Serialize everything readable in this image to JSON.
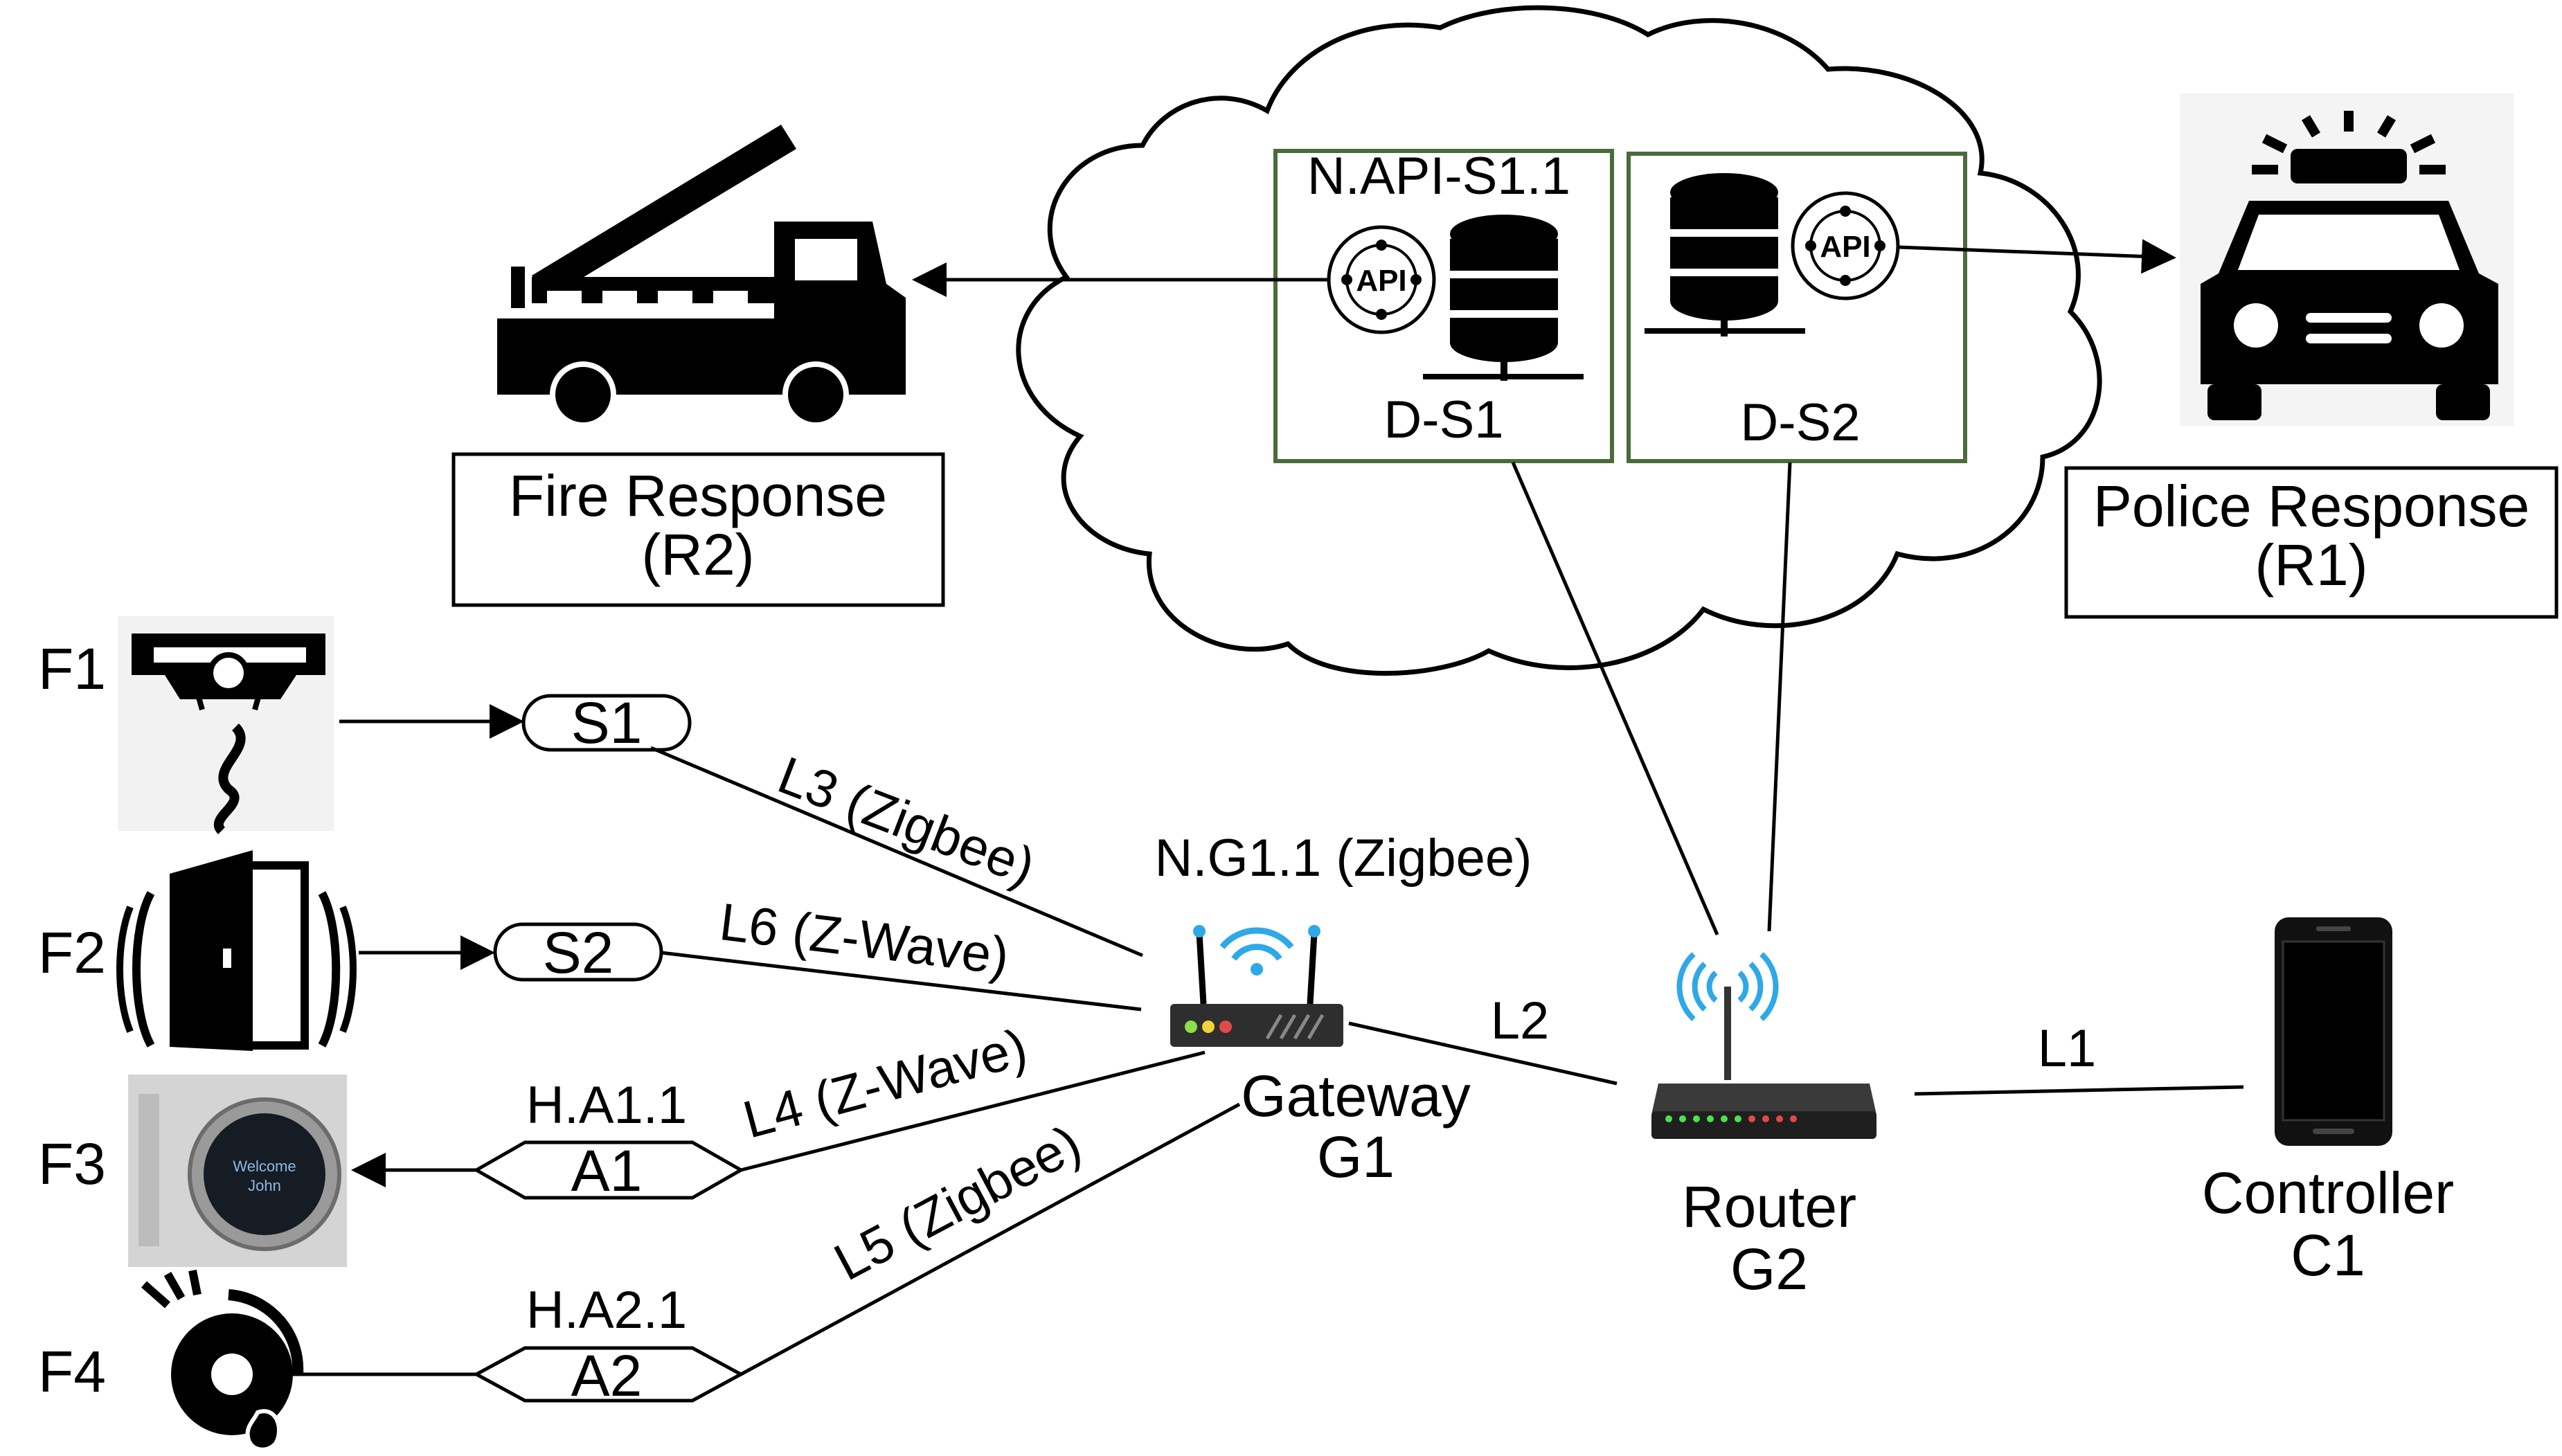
{
  "cloud": {
    "servers": [
      {
        "label": "D-S1",
        "api_text": "API",
        "api_note": "N.API-S1.1"
      },
      {
        "label": "D-S2",
        "api_text": "API"
      }
    ]
  },
  "responders": {
    "fire": {
      "line1": "Fire Response",
      "line2": "(R2)"
    },
    "police": {
      "line1": "Police Response",
      "line2": "(R1)"
    }
  },
  "features": [
    "F1",
    "F2",
    "F3",
    "F4"
  ],
  "sensors": [
    {
      "id": "S1"
    },
    {
      "id": "S2"
    }
  ],
  "actuators": [
    {
      "id": "A1",
      "note": "H.A1.1"
    },
    {
      "id": "A2",
      "note": "H.A2.1"
    }
  ],
  "lock_screen": {
    "line1": "Welcome",
    "line2": "John"
  },
  "links": {
    "L1": "L1",
    "L2": "L2",
    "L3": "L3 (Zigbee)",
    "L4": "L4 (Z-Wave)",
    "L5": "L5 (Zigbee)",
    "L6": "L6 (Z-Wave)"
  },
  "gateway": {
    "name": "Gateway",
    "id": "G1",
    "note": "N.G1.1 (Zigbee)"
  },
  "router": {
    "name": "Router",
    "id": "G2"
  },
  "controller": {
    "name": "Controller",
    "id": "C1"
  },
  "colors": {
    "server_box": "#4a6b3a",
    "wifi": "#2fa8e8",
    "lock_display": "#1a3a5a"
  }
}
